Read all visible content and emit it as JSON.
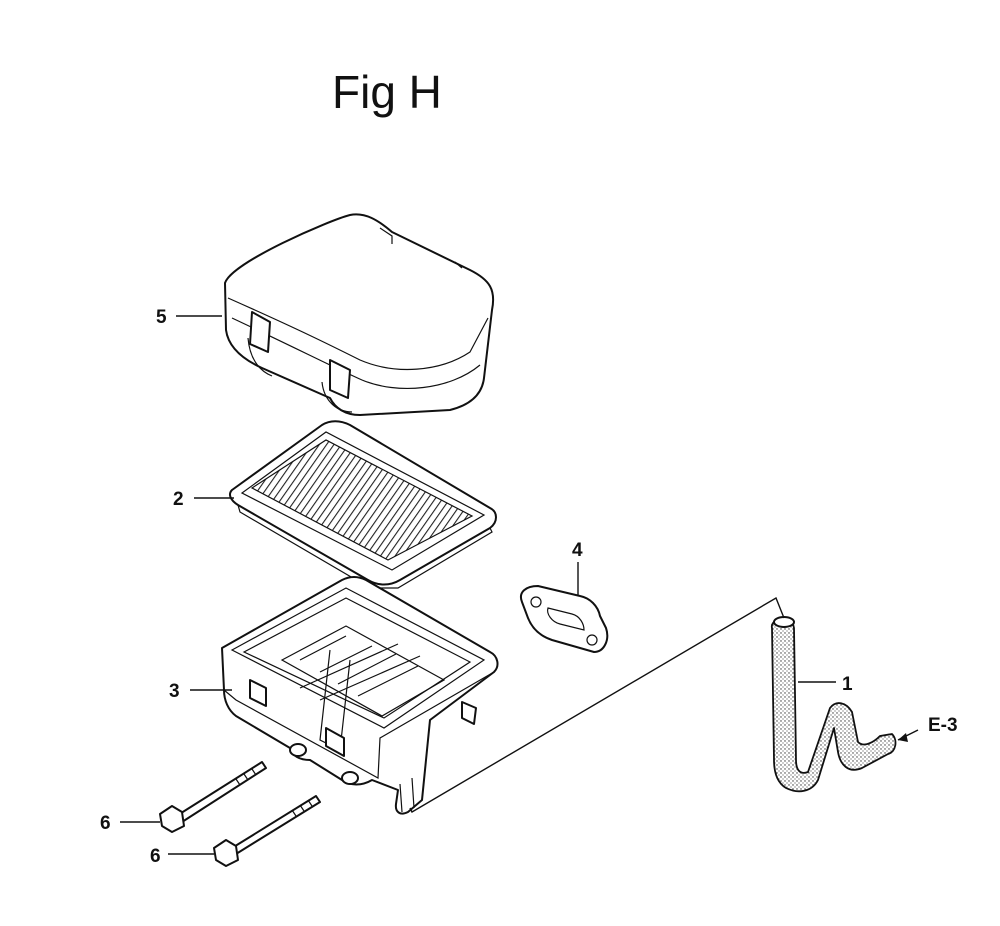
{
  "figure": {
    "title": "Fig H"
  },
  "callouts": [
    {
      "id": "p1",
      "label": "1"
    },
    {
      "id": "p2",
      "label": "2"
    },
    {
      "id": "p3",
      "label": "3"
    },
    {
      "id": "p4",
      "label": "4"
    },
    {
      "id": "p5",
      "label": "5"
    },
    {
      "id": "p6a",
      "label": "6"
    },
    {
      "id": "p6b",
      "label": "6"
    }
  ],
  "reference": {
    "label": "E-3"
  }
}
